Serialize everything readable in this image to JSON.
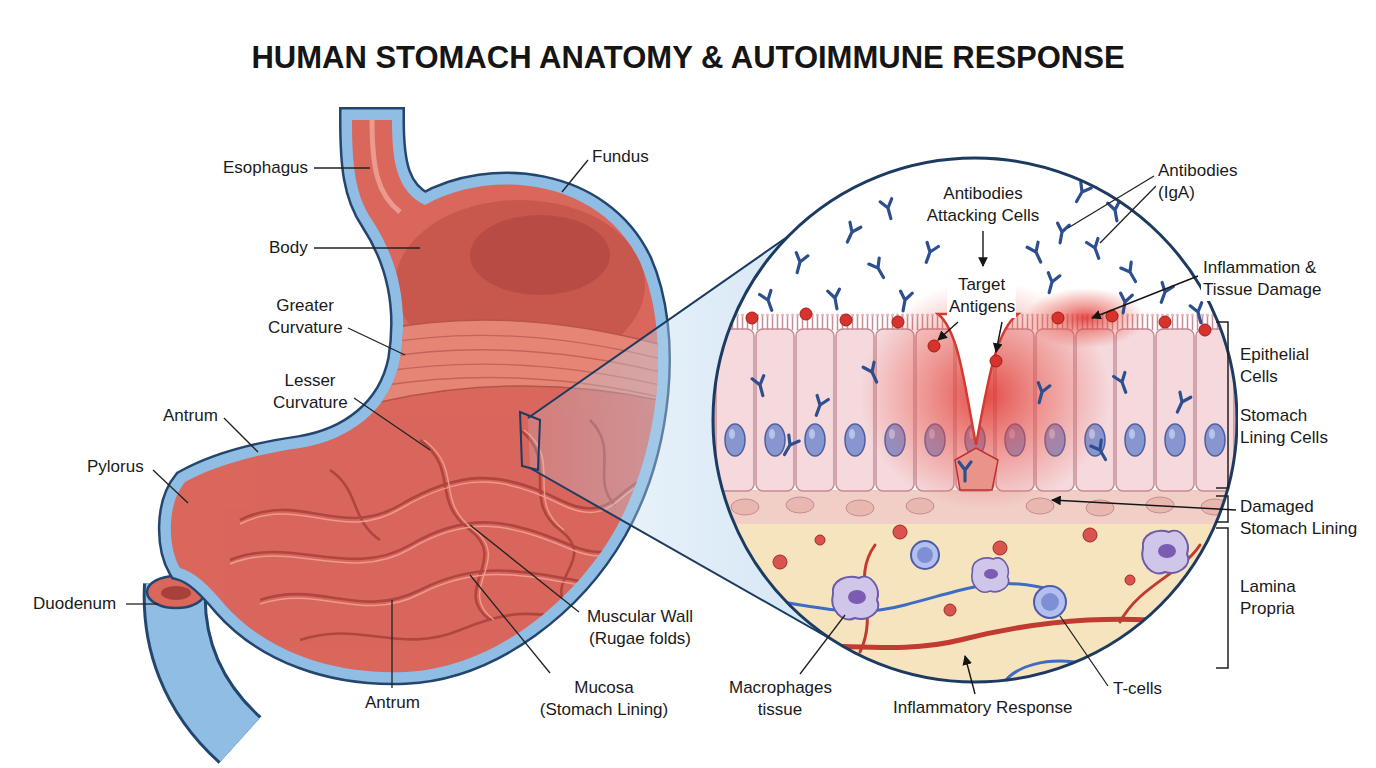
{
  "diagram": {
    "title": "HUMAN STOMACH ANATOMY & AUTOIMMUNE RESPONSE",
    "labels": [
      "Esophagus",
      "Fundus",
      "Body",
      "Greater Curvature",
      "Lesser Curvature",
      "Antrum",
      "Pylorus",
      "Duodenum",
      "Antrum",
      "Muscular Wall (Rugae folds)",
      "Mucosa (Stomach Lining)",
      "Antibodies Attacking Cells",
      "Antibodies (IgA)",
      "Target Antigens",
      "Inflammation & Tissue Damage",
      "Epithelial Cells",
      "Stomach Lining Cells",
      "Damaged Stomach Lining",
      "Lamina Propria",
      "Macrophages tissue",
      "Inflammatory Response",
      "T-cells"
    ]
  }
}
